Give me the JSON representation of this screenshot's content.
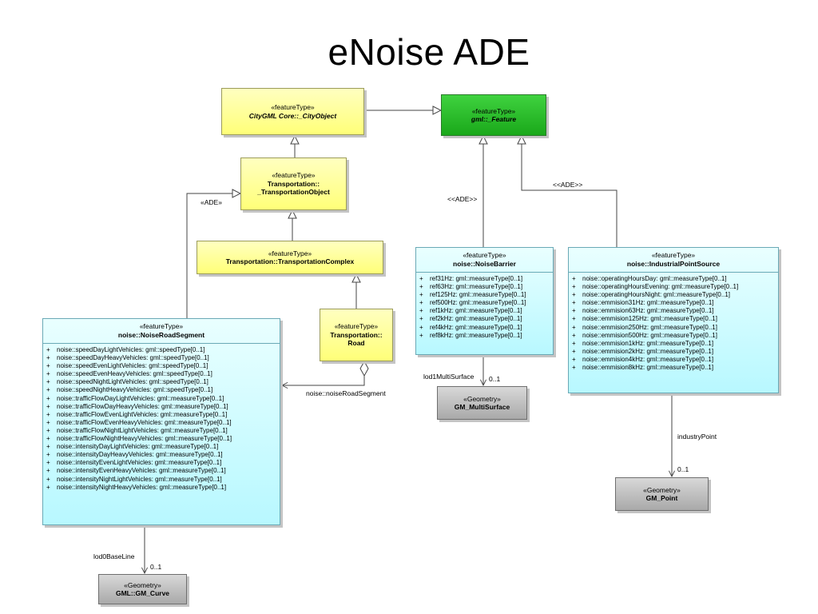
{
  "title": "eNoise ADE",
  "classes": {
    "city_object": {
      "stereotype": "«featureType»",
      "name": "CityGML Core::_CityObject"
    },
    "gml_feature": {
      "stereotype": "«featureType»",
      "name": "gml::_Feature"
    },
    "transportation_object": {
      "stereotype": "«featureType»",
      "name_line1": "Transportation::",
      "name_line2": "_TransportationObject"
    },
    "transportation_complex": {
      "stereotype": "«featureType»",
      "name": "Transportation::TransportationComplex"
    },
    "road": {
      "stereotype": "«featureType»",
      "name_line1": "Transportation::",
      "name_line2": "Road"
    },
    "noise_barrier": {
      "stereotype": "«featureType»",
      "name": "noise::NoiseBarrier",
      "attributes": [
        "ref31Hz: gml::measureType[0..1]",
        "ref63Hz: gml::measureType[0..1]",
        "ref125Hz: gml::measureType[0..1]",
        "ref500Hz: gml::measureType[0..1]",
        "ref1kHz: gml::measureType[0..1]",
        "ref2kHz: gml::measureType[0..1]",
        "ref4kHz: gml::measureType[0..1]",
        "ref8kHz: gml::measureType[0..1]"
      ]
    },
    "industrial_point_source": {
      "stereotype": "«featureType»",
      "name": "noise::IndustrialPointSource",
      "attributes": [
        "noise::operatingHoursDay: gml::measureType[0..1]",
        "noise::operatingHoursEvening: gml::measureType[0..1]",
        "noise::operatingHoursNight: gml::measureType[0..1]",
        "noise::emmision31Hz: gml::measureType[0..1]",
        "noise::emmision63Hz: gml::measureType[0..1]",
        "noise::emmision125Hz: gml::measureType[0..1]",
        "noise::emmision250Hz: gml::measureType[0..1]",
        "noise::emmision500Hz: gml::measureType[0..1]",
        "noise::emmision1kHz: gml::measureType[0..1]",
        "noise::emmision2kHz: gml::measureType[0..1]",
        "noise::emmision4kHz: gml::measureType[0..1]",
        "noise::emmision8kHz: gml::measureType[0..1]"
      ]
    },
    "noise_road_segment": {
      "stereotype": "«featureType»",
      "name": "noise::NoiseRoadSegment",
      "attributes": [
        "noise::speedDayLightVehicles: gml::speedType[0..1]",
        "noise::speedDayHeavyVehicles: gml::speedType[0..1]",
        "noise::speedEvenLightVehicles: gml::speedType[0..1]",
        "noise::speedEvenHeavyVehicles: gml::speedType[0..1]",
        "noise::speedNightLightVehicles: gml::speedType[0..1]",
        "noise::speedNightHeavyVehicles: gml::speedType[0..1]",
        "noise::trafficFlowDayLightVehicles: gml::measureType[0..1]",
        "noise::trafficFlowDayHeavyVehicles: gml::measureType[0..1]",
        "noise::trafficFlowEvenLightVehicles: gml::measureType[0..1]",
        "noise::trafficFlowEvenHeavyVehicles: gml::measureType[0..1]",
        "noise::trafficFlowNightLightVehicles: gml::measureType[0..1]",
        "noise::trafficFlowNightHeavyVehicles: gml::measureType[0..1]",
        "noise::intensityDayLightVehicles: gml::measureType[0..1]",
        "noise::intensityDayHeavyVehicles: gml::measureType[0..1]",
        "noise::intensityEvenLightVehicles: gml::measureType[0..1]",
        "noise::intensityEvenHeavyVehicles: gml::measureType[0..1]",
        "noise::intensityNightLightVehicles: gml::measureType[0..1]",
        "noise::intensityNightHeavyVehicles: gml::measureType[0..1]"
      ]
    },
    "gm_multisurface": {
      "stereotype": "«Geometry»",
      "name": "GM_MultiSurface"
    },
    "gm_point": {
      "stereotype": "«Geometry»",
      "name": "GM_Point"
    },
    "gm_curve": {
      "stereotype": "«Geometry»",
      "name": "GML::GM_Curve"
    }
  },
  "attribute_visibility": "+",
  "connectors": {
    "ade_road_segment": "«ADE»",
    "ade_noise_barrier": "<<ADE>>",
    "ade_industrial": "<<ADE>>",
    "noise_road_segment_role": "noise::noiseRoadSegment",
    "lod1_multisurface_role": "lod1MultiSurface",
    "lod1_multisurface_mult": "0..1",
    "industry_point_role": "industryPoint",
    "industry_point_mult": "0..1",
    "lod0_baseline_role": "lod0BaseLine",
    "lod0_baseline_mult": "0..1"
  },
  "colors": {
    "feature_yellow": "#ffff78",
    "gml_feature_green": "#1aa81a",
    "noise_class_cyan": "#b8f8ff",
    "geometry_gray": "#a9a9a9"
  }
}
